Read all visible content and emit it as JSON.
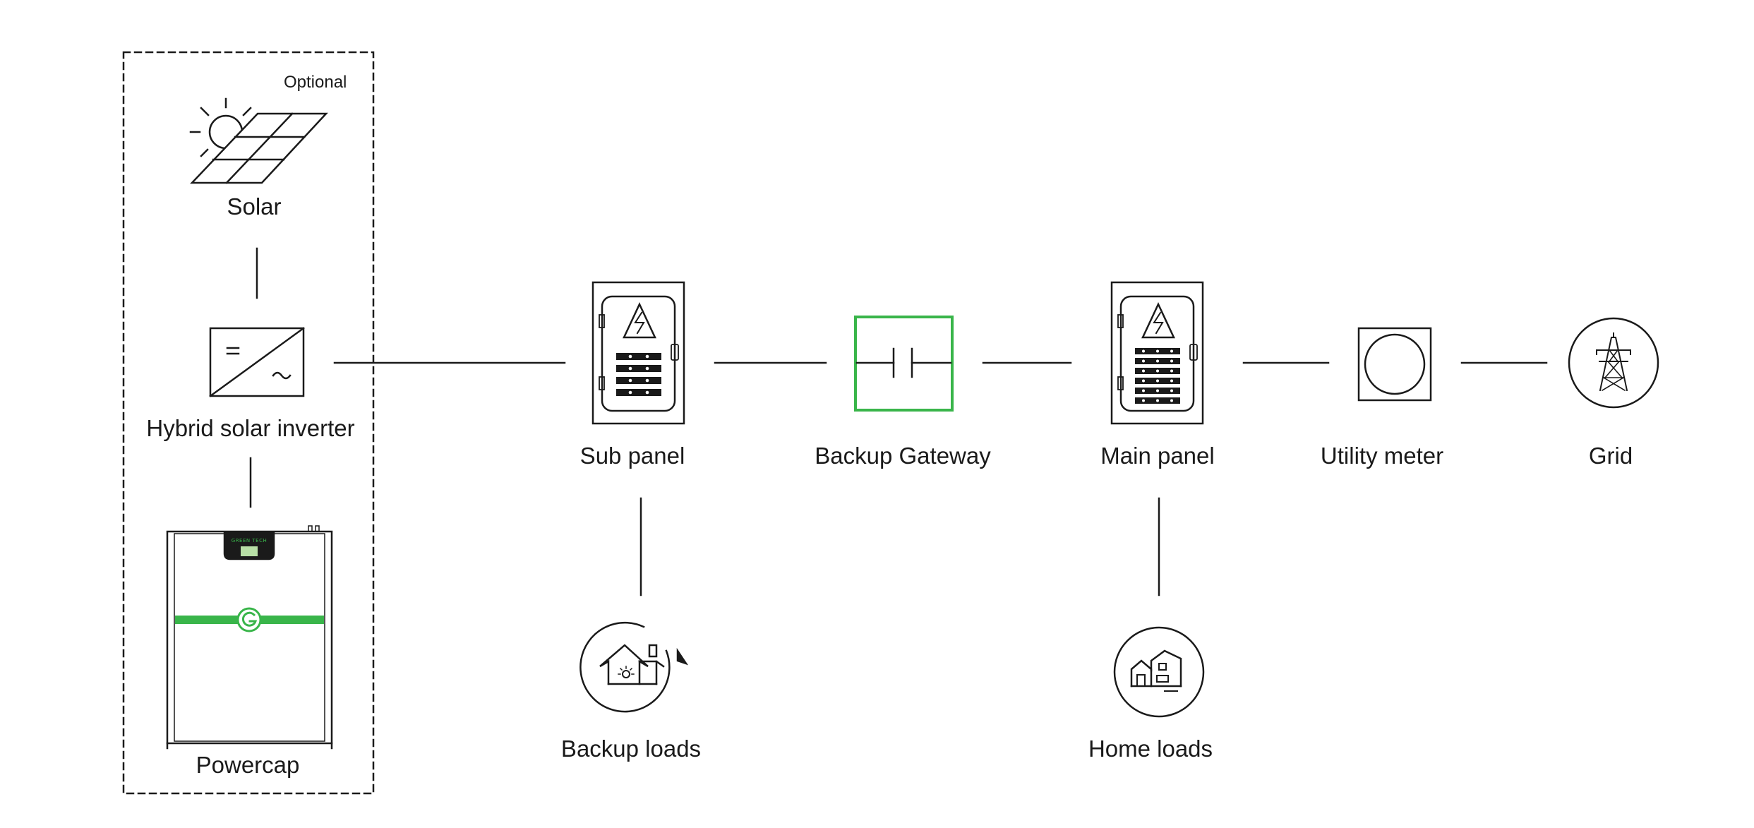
{
  "optional_label": "Optional",
  "nodes": {
    "solar": "Solar",
    "inverter": "Hybrid solar inverter",
    "powercap": "Powercap",
    "sub_panel": "Sub panel",
    "backup_gateway": "Backup Gateway",
    "main_panel": "Main panel",
    "utility_meter": "Utility meter",
    "grid": "Grid",
    "backup_loads": "Backup loads",
    "home_loads": "Home loads"
  },
  "powercap_brand": "GREEN TECH",
  "colors": {
    "accent": "#39b54a",
    "line": "#1a1a1a"
  }
}
